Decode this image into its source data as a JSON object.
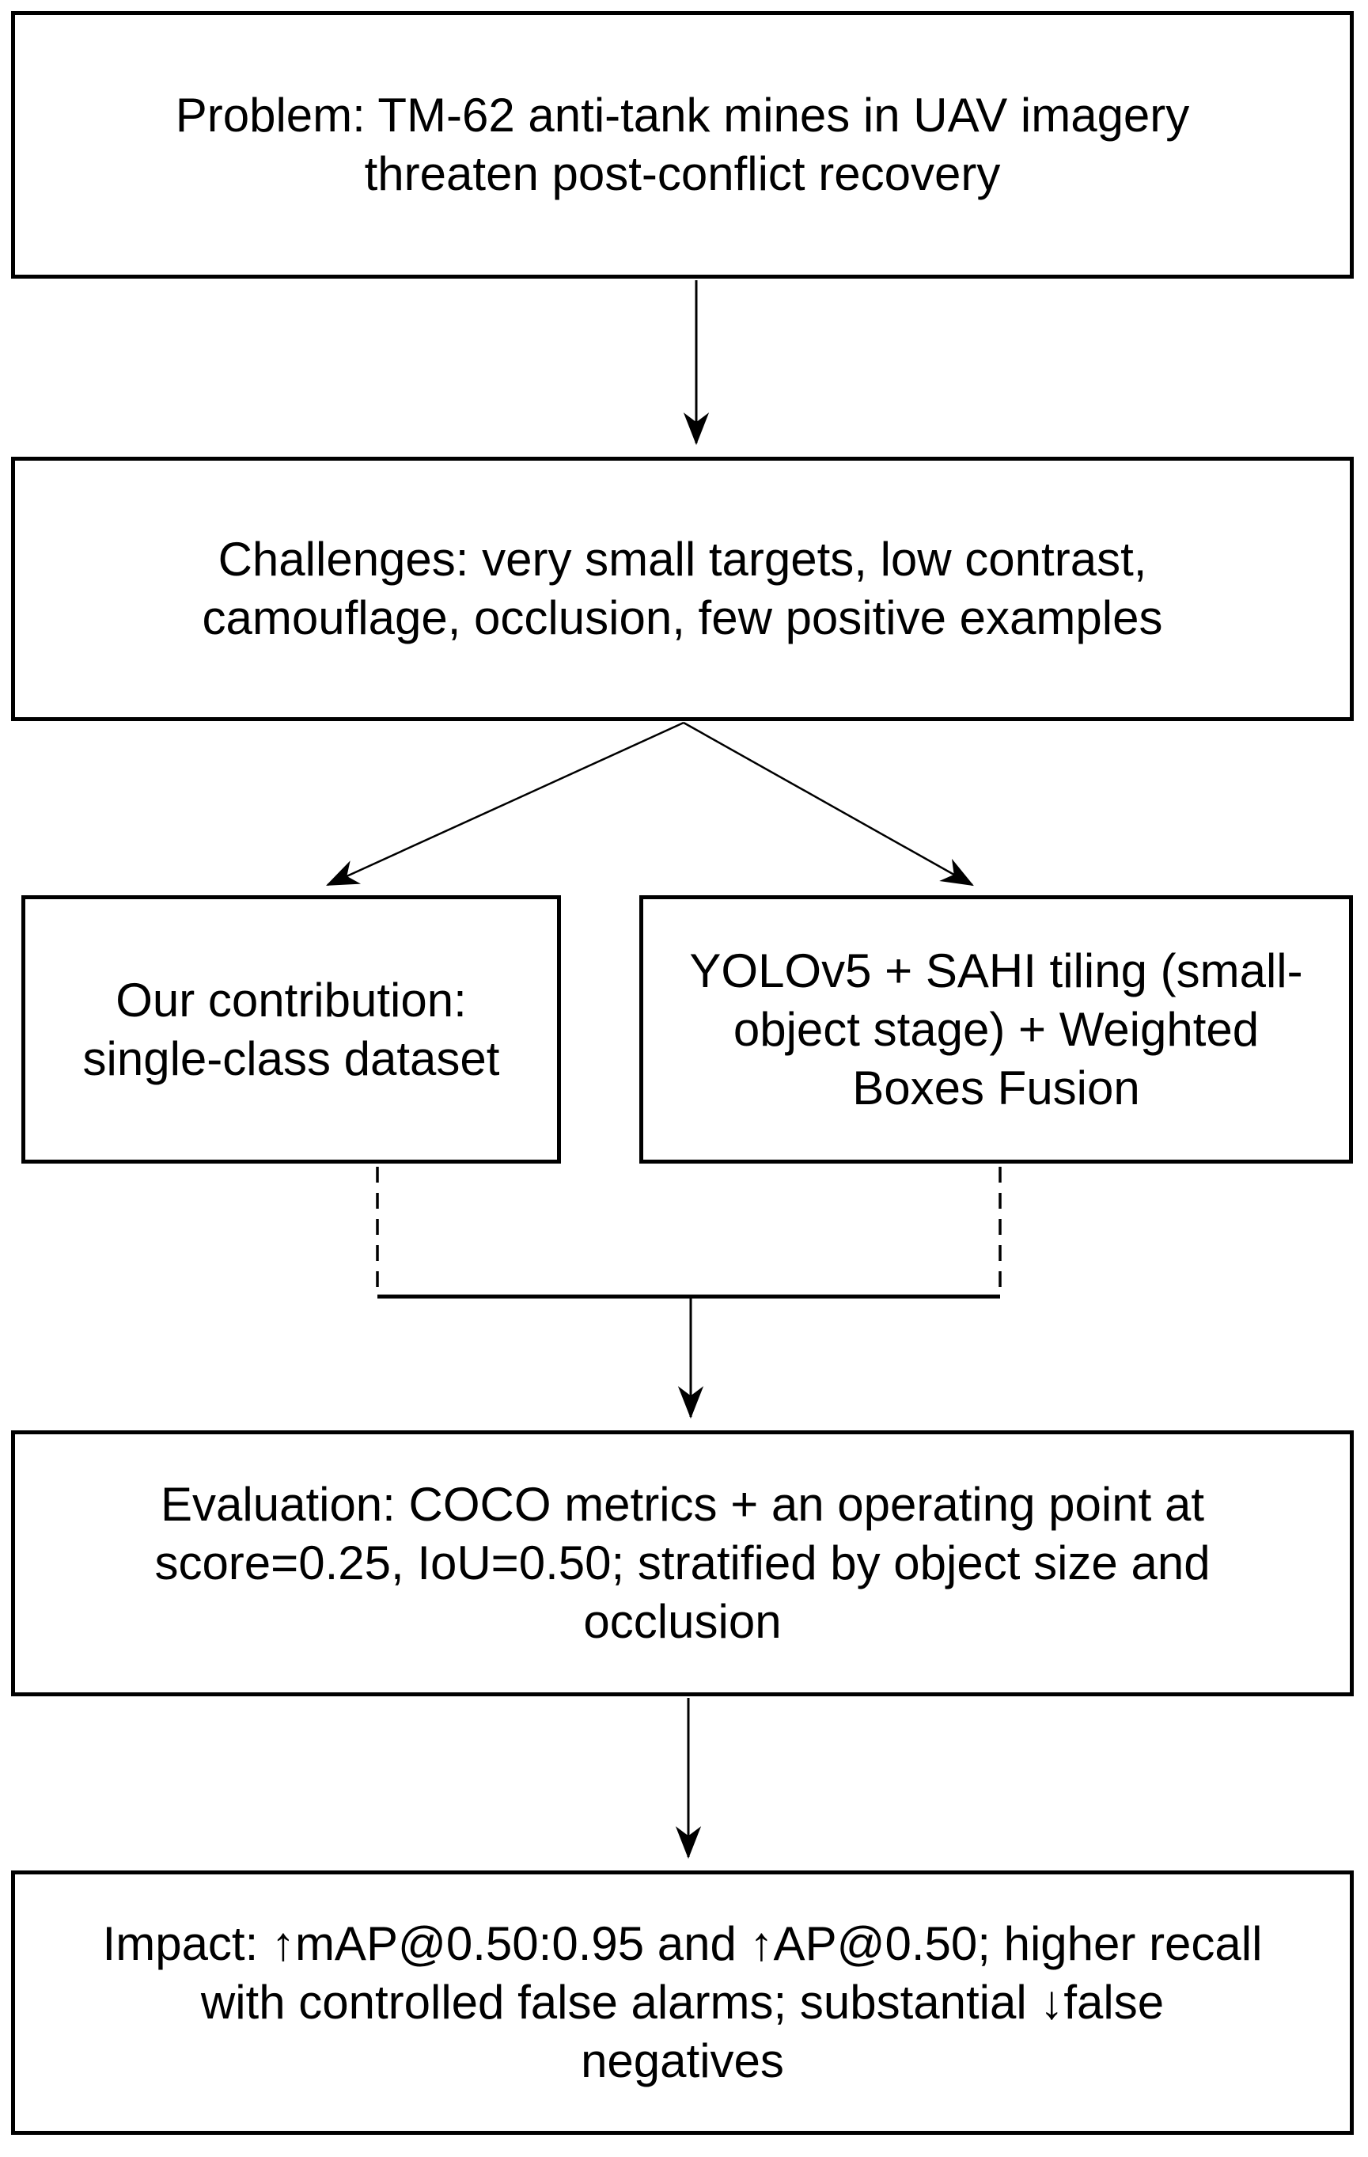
{
  "diagram": {
    "title": "TM-62 anti-tank mine detection pipeline flowchart",
    "colors": {
      "background": "#ffffff",
      "box_fill": "#ffffff",
      "box_border": "#000000",
      "text": "#000000",
      "line": "#000000"
    },
    "nodes": {
      "problem": {
        "lines": [
          "Problem: TM-62 anti-tank mines in UAV imagery",
          "threaten post-conflict recovery"
        ]
      },
      "challenges": {
        "lines": [
          "Challenges: very small targets, low contrast,",
          "camouflage, occlusion, few positive examples"
        ]
      },
      "contribution": {
        "lines": [
          "Our contribution:",
          "single-class dataset"
        ]
      },
      "method": {
        "lines": [
          "YOLOv5 + SAHI tiling (small-",
          "object stage) + Weighted",
          "Boxes Fusion"
        ]
      },
      "evaluation": {
        "lines": [
          "Evaluation: COCO metrics + an operating point at",
          "score=0.25, IoU=0.50; stratified by object size and",
          "occlusion"
        ]
      },
      "impact": {
        "lines": [
          "Impact: ↑mAP@0.50:0.95 and ↑AP@0.50; higher recall",
          "with controlled false alarms; substantial ↓false",
          "negatives"
        ]
      }
    },
    "edges": [
      {
        "from": "problem",
        "to": "challenges",
        "style": "solid-arrow"
      },
      {
        "from": "challenges",
        "to": "contribution",
        "style": "solid-arrow"
      },
      {
        "from": "challenges",
        "to": "method",
        "style": "solid-arrow"
      },
      {
        "from": "contribution",
        "to": "evaluation",
        "style": "dashed-merge-arrow"
      },
      {
        "from": "method",
        "to": "evaluation",
        "style": "dashed-merge-arrow"
      },
      {
        "from": "evaluation",
        "to": "impact",
        "style": "solid-arrow"
      }
    ]
  }
}
